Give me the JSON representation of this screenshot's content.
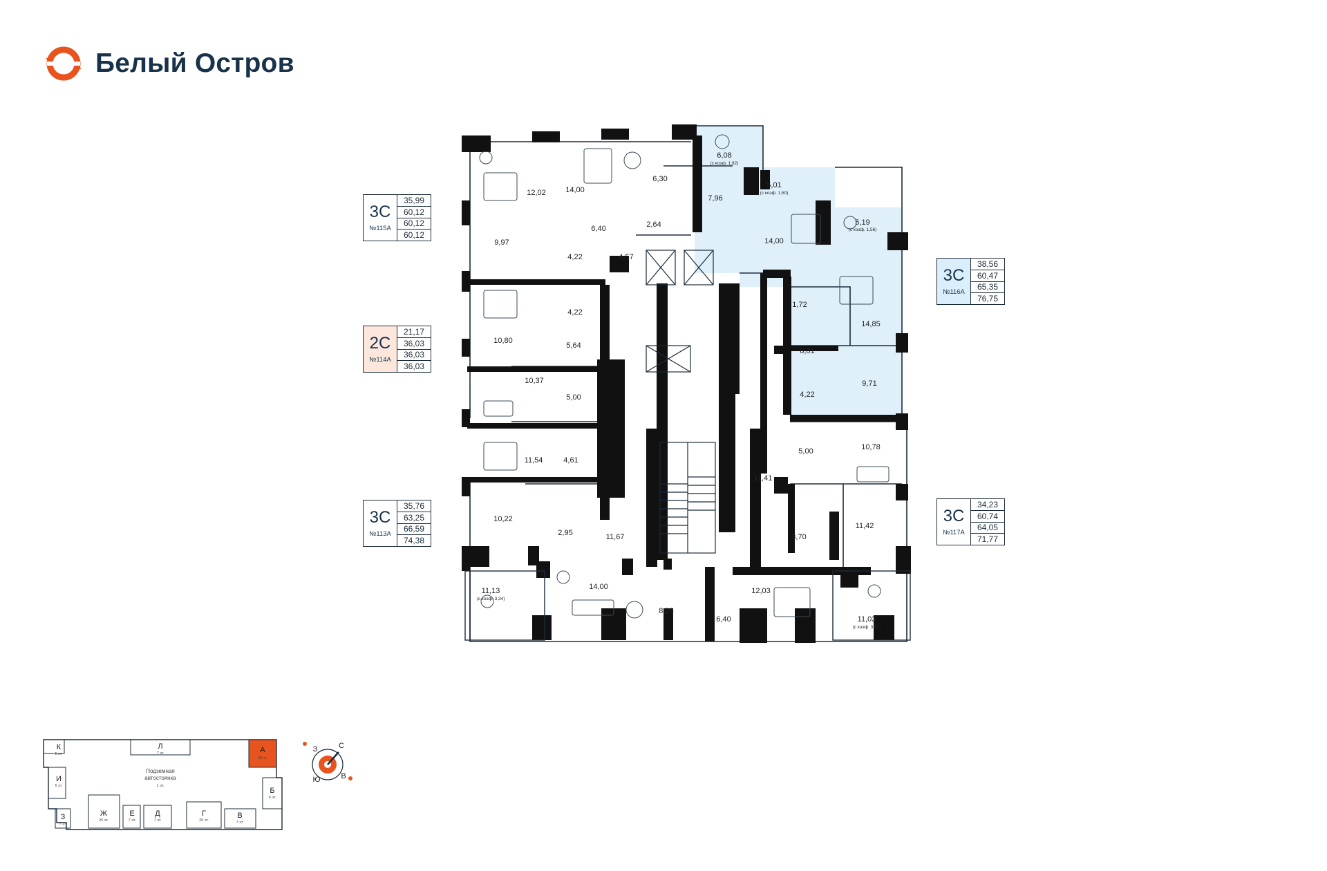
{
  "brand": {
    "name": "Белый Остров"
  },
  "colors": {
    "accent": "#e8541e",
    "selected_fill": "#dff0fb",
    "navy": "#17324a"
  },
  "icons": [
    "brand-logo-icon",
    "compass-icon"
  ],
  "apartments": [
    {
      "type": "3С",
      "number": "№115А",
      "values": [
        "35,99",
        "60,12",
        "60,12",
        "60,12"
      ]
    },
    {
      "type": "2С",
      "number": "№114А",
      "values": [
        "21,17",
        "36,03",
        "36,03",
        "36,03"
      ]
    },
    {
      "type": "3С",
      "number": "№113А",
      "values": [
        "35,76",
        "63,25",
        "66,59",
        "74,38"
      ]
    },
    {
      "type": "3С",
      "number": "№116А",
      "values": [
        "38,56",
        "60,47",
        "65,35",
        "76,75"
      ]
    },
    {
      "type": "3С",
      "number": "№117А",
      "values": [
        "34,23",
        "60,74",
        "64,05",
        "71,77"
      ]
    }
  ],
  "rooms": [
    "6,08",
    "5,01",
    "5,19",
    "12,02",
    "14,00",
    "6,30",
    "7,96",
    "14,00",
    "6,40",
    "2,64",
    "9,97",
    "4,22",
    "4,57",
    "14,85",
    "1,72",
    "4,22",
    "10,80",
    "5,64",
    "8,01",
    "10,37",
    "5,00",
    "9,71",
    "4,22",
    "11,54",
    "4,61",
    "5,00",
    "10,78",
    "11,41",
    "10,22",
    "2,95",
    "11,67",
    "3,70",
    "11,42",
    "11,13",
    "14,00",
    "8,26",
    "6,40",
    "12,03",
    "11,03"
  ],
  "coef_notes": [
    "(с коэф. 1,82)",
    "(с коэф. 1,50)",
    "(с коэф. 1,56)",
    "(с коэф. 3,34)",
    "(с коэф. 3,31)"
  ],
  "site_map": {
    "title": "Подземная",
    "title2": "автостоянка",
    "title_sub": "1 эт.",
    "buildings": [
      {
        "letter": "К",
        "floors": "5 эт."
      },
      {
        "letter": "Л",
        "floors": "7 эт."
      },
      {
        "letter": "А",
        "floors": "20 эт."
      },
      {
        "letter": "И",
        "floors": "5 эт."
      },
      {
        "letter": "Б",
        "floors": "9 эт."
      },
      {
        "letter": "З",
        "floors": "7 эт."
      },
      {
        "letter": "Ж",
        "floors": "25 эт."
      },
      {
        "letter": "Е",
        "floors": "7 эт."
      },
      {
        "letter": "Д",
        "floors": "7 эт."
      },
      {
        "letter": "Г",
        "floors": "20 эт."
      },
      {
        "letter": "В",
        "floors": "7 эт."
      }
    ]
  },
  "compass": {
    "north": "С",
    "west": "З",
    "south": "Ю",
    "east": "В"
  }
}
